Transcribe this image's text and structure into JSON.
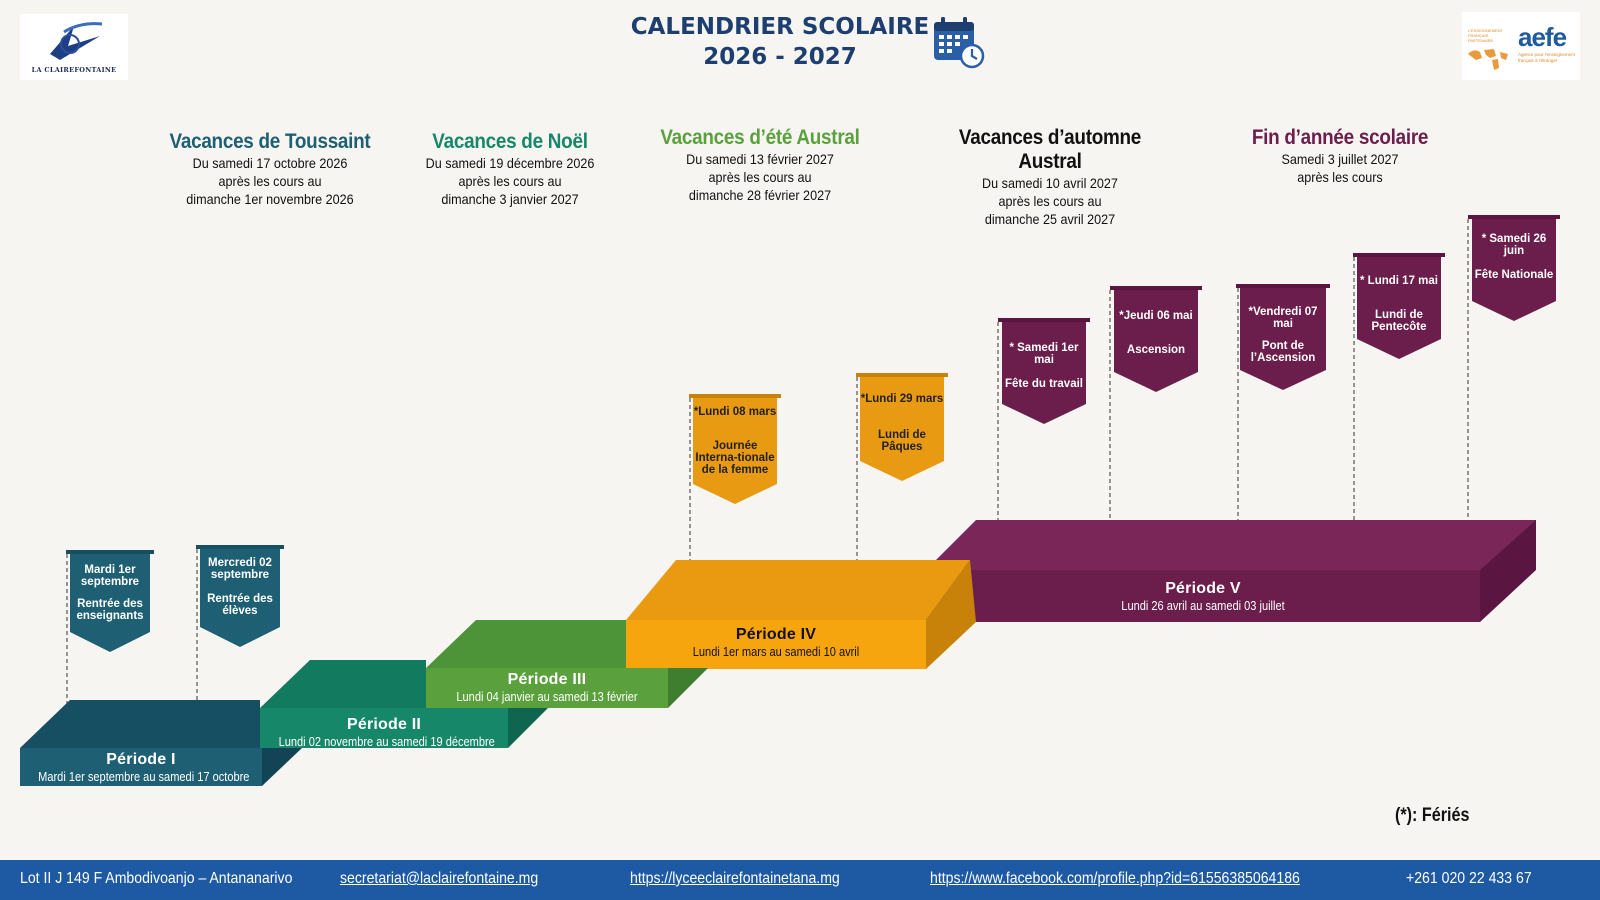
{
  "header": {
    "title_line1": "CALENDRIER SCOLAIRE",
    "title_line2": "2026 - 2027",
    "left_logo_text": "LA CLAIREFONTAINE",
    "right_logo_name": "aefe",
    "right_logo_top": "L'ENSEIGNEMENT FRANÇAIS PARTENAIRE",
    "right_logo_sub": "Agence pour l'enseignement français à l'étranger",
    "icon": "calendar-clock-icon"
  },
  "holidays": [
    {
      "title": "Vacances de Toussaint",
      "line1": "Du samedi 17 octobre 2026",
      "line2": "après les cours au",
      "line3": "dimanche 1er novembre 2026",
      "color": "#1e5f74"
    },
    {
      "title": "Vacances de Noël",
      "line1": "Du samedi 19 décembre 2026",
      "line2": "après les cours au",
      "line3": "dimanche 3 janvier 2027",
      "color": "#17876a"
    },
    {
      "title": "Vacances d’été Austral",
      "line1": "Du samedi 13 février 2027",
      "line2": "après les cours au",
      "line3": "dimanche 28 février 2027",
      "color": "#5aa13d"
    },
    {
      "title": "Vacances d’automne Austral",
      "line1": "Du samedi 10 avril 2027",
      "line2": "après les cours au",
      "line3": "dimanche 25 avril 2027",
      "color": "#111111"
    },
    {
      "title": "Fin d’année scolaire",
      "line1": "Samedi 3 juillet 2027",
      "line2": "après les cours",
      "line3": "",
      "color": "#6b1d4c"
    }
  ],
  "flags": [
    {
      "date": "Mardi 1er septembre",
      "label": "Rentrée des enseignants",
      "color": "#1e5f74"
    },
    {
      "date": "Mercredi 02 septembre",
      "label": "Rentrée des élèves",
      "color": "#1e5f74"
    },
    {
      "date": "*Lundi 08 mars",
      "label": "Journée Interna-tionale de la femme",
      "color": "#e89a12"
    },
    {
      "date": "*Lundi 29 mars",
      "label": "Lundi de Pâques",
      "color": "#e89a12"
    },
    {
      "date": "* Samedi 1er mai",
      "label": "Fête du travail",
      "color": "#6b1d4c"
    },
    {
      "date": "*Jeudi 06 mai",
      "label": "Ascension",
      "color": "#6b1d4c"
    },
    {
      "date": "*Vendredi 07 mai",
      "label": "Pont de l’Ascension",
      "color": "#6b1d4c"
    },
    {
      "date": "* Lundi 17 mai",
      "label": "Lundi de Pentecôte",
      "color": "#6b1d4c"
    },
    {
      "date": "* Samedi 26 juin",
      "label": "Fête Nationale",
      "color": "#6b1d4c"
    }
  ],
  "periods": [
    {
      "name": "Période I",
      "dates": "Mardi 1er septembre au samedi 17 octobre",
      "color": "#1e5f74"
    },
    {
      "name": "Période II",
      "dates": "Lundi 02 novembre au samedi 19 décembre",
      "color": "#17876a"
    },
    {
      "name": "Période III",
      "dates": "Lundi 04 janvier au samedi 13 février",
      "color": "#5aa13d"
    },
    {
      "name": "Période IV",
      "dates": "Lundi 1er mars au samedi 10 avril",
      "color": "#f3a20f"
    },
    {
      "name": "Période V",
      "dates": "Lundi 26 avril au samedi 03 juillet",
      "color": "#6b1d4c"
    }
  ],
  "legend": "(*): Fériés",
  "footer": {
    "address": "Lot II J 149 F Ambodivoanjo – Antananarivo",
    "email": "secretariat@laclairefontaine.mg",
    "website": "https://lyceeclairefontainetana.mg",
    "facebook": "https://www.facebook.com/profile.php?id=61556385064186",
    "phone": "+261 020 22 433 67"
  }
}
